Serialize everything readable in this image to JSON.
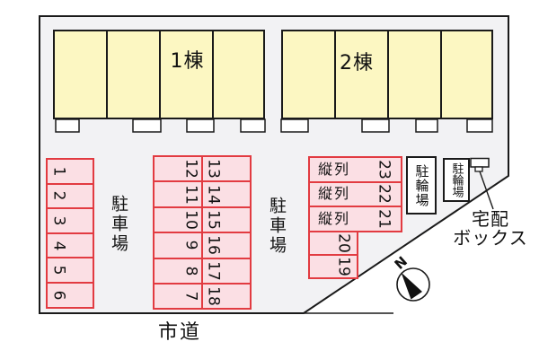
{
  "plan": {
    "buildings": [
      {
        "label": "1棟"
      },
      {
        "label": "2棟"
      }
    ],
    "parking_label": "駐車場",
    "stalls": {
      "left": [
        "1",
        "2",
        "3",
        "4",
        "5",
        "6"
      ],
      "center_left": [
        "12",
        "11",
        "10",
        "9",
        "8",
        "7"
      ],
      "center_right": [
        "13",
        "14",
        "15",
        "16",
        "17",
        "18"
      ],
      "tandem": [
        {
          "type_label": "縦列",
          "num": "23"
        },
        {
          "type_label": "縦列",
          "num": "22"
        },
        {
          "type_label": "縦列",
          "num": "21"
        }
      ],
      "single": [
        "20",
        "19"
      ]
    },
    "bicycle_label": "駐輪場",
    "delivery_label_line1": "宅配",
    "delivery_label_line2": "ボックス",
    "road_label": "市道",
    "compass_n": "N"
  },
  "colors": {
    "site_fill": "#f2f2f4",
    "line": "#1a1a1a",
    "building_fill": "#fcf7c2",
    "stall_fill": "#fbdfe4",
    "stall_border": "#e23b41"
  }
}
